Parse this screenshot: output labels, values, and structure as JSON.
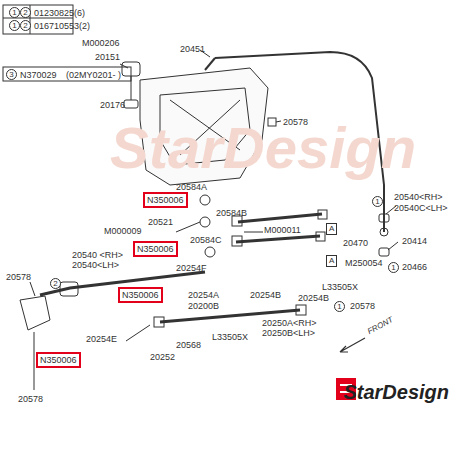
{
  "diagram": {
    "nodes": [
      {
        "text": [
          "N350006"
        ]
      },
      {
        "text": [
          "N350006"
        ]
      },
      {
        "text": [
          "N350006"
        ]
      },
      {
        "text": [
          "N350006"
        ]
      },
      {
        "text": [
          "A"
        ]
      },
      {
        "text": [
          "A"
        ]
      },
      {
        "text": [
          "1"
        ]
      },
      {
        "text": [
          "2"
        ]
      },
      {
        "text": [
          "1"
        ]
      },
      {
        "text": [
          "2"
        ]
      },
      {
        "text": [
          "3"
        ]
      },
      {
        "text": [
          "1"
        ]
      },
      {
        "text": [
          "1"
        ]
      },
      {
        "text": [
          "1"
        ]
      },
      {
        "text": [
          "2"
        ]
      }
    ],
    "edges": [],
    "labels": [
      "01230825(6)",
      "016710553(2)",
      "N370029",
      "(02MY0201-   )",
      "M000206",
      "20151",
      "20176",
      "20451",
      "20578",
      "20540<RH>",
      "20540C<LH>",
      "20414",
      "20466",
      "20470",
      "M250054",
      "M000011",
      "20584A",
      "20521",
      "20584B",
      "20584C",
      "20254F",
      "M000009",
      "20540 <RH>",
      "20540<LH>",
      "20578",
      "20254A",
      "20200B",
      "20254B",
      "20254B",
      "20250A<RH>",
      "20250B<LH>",
      "L33505X",
      "20578",
      "20254E",
      "20252",
      "20568",
      "L33505X",
      "20578",
      "FRONT",
      "StarDesign",
      "StarDesign"
    ]
  }
}
